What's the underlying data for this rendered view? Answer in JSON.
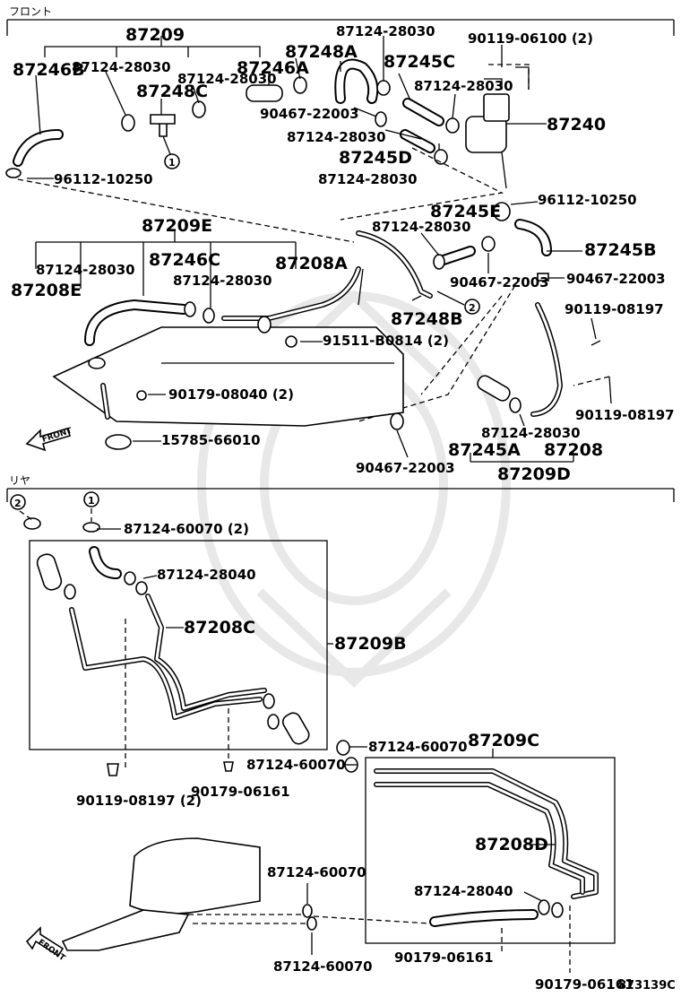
{
  "diagram": {
    "section_front": "フロント",
    "section_rear": "リヤ",
    "figure_code": "873139C",
    "circle_marks": [
      "1",
      "2"
    ],
    "front_labels": [
      "87209",
      "87246B",
      "87124-28030",
      "87124-28030",
      "87248C",
      "87246A",
      "87248A",
      "87124-28030",
      "87245C",
      "90119-06100 (2)",
      "87124-28030",
      "90467-22003",
      "87240",
      "87124-28030",
      "87245D",
      "87124-28030",
      "96112-10250",
      "96112-10250",
      "87245E",
      "87209E",
      "87124-28030",
      "87245B",
      "87246C",
      "87208A",
      "87124-28030",
      "87208E",
      "87124-28030",
      "90467-22003",
      "90467-22003",
      "87248B",
      "90119-08197",
      "91511-B0814 (2)",
      "90179-08040 (2)",
      "90119-08197",
      "15785-66010",
      "87124-28030",
      "87245A",
      "87208",
      "90467-22003",
      "87209D"
    ],
    "rear_labels": [
      "87124-60070 (2)",
      "87124-28040",
      "87208C",
      "87209B",
      "87124-60070",
      "87209C",
      "87124-60070",
      "90119-08197 (2)",
      "90179-06161",
      "87208D",
      "87124-60070",
      "87124-28040",
      "87124-60070",
      "90179-06161",
      "90179-06161"
    ],
    "front_arrow": "FRONT"
  }
}
